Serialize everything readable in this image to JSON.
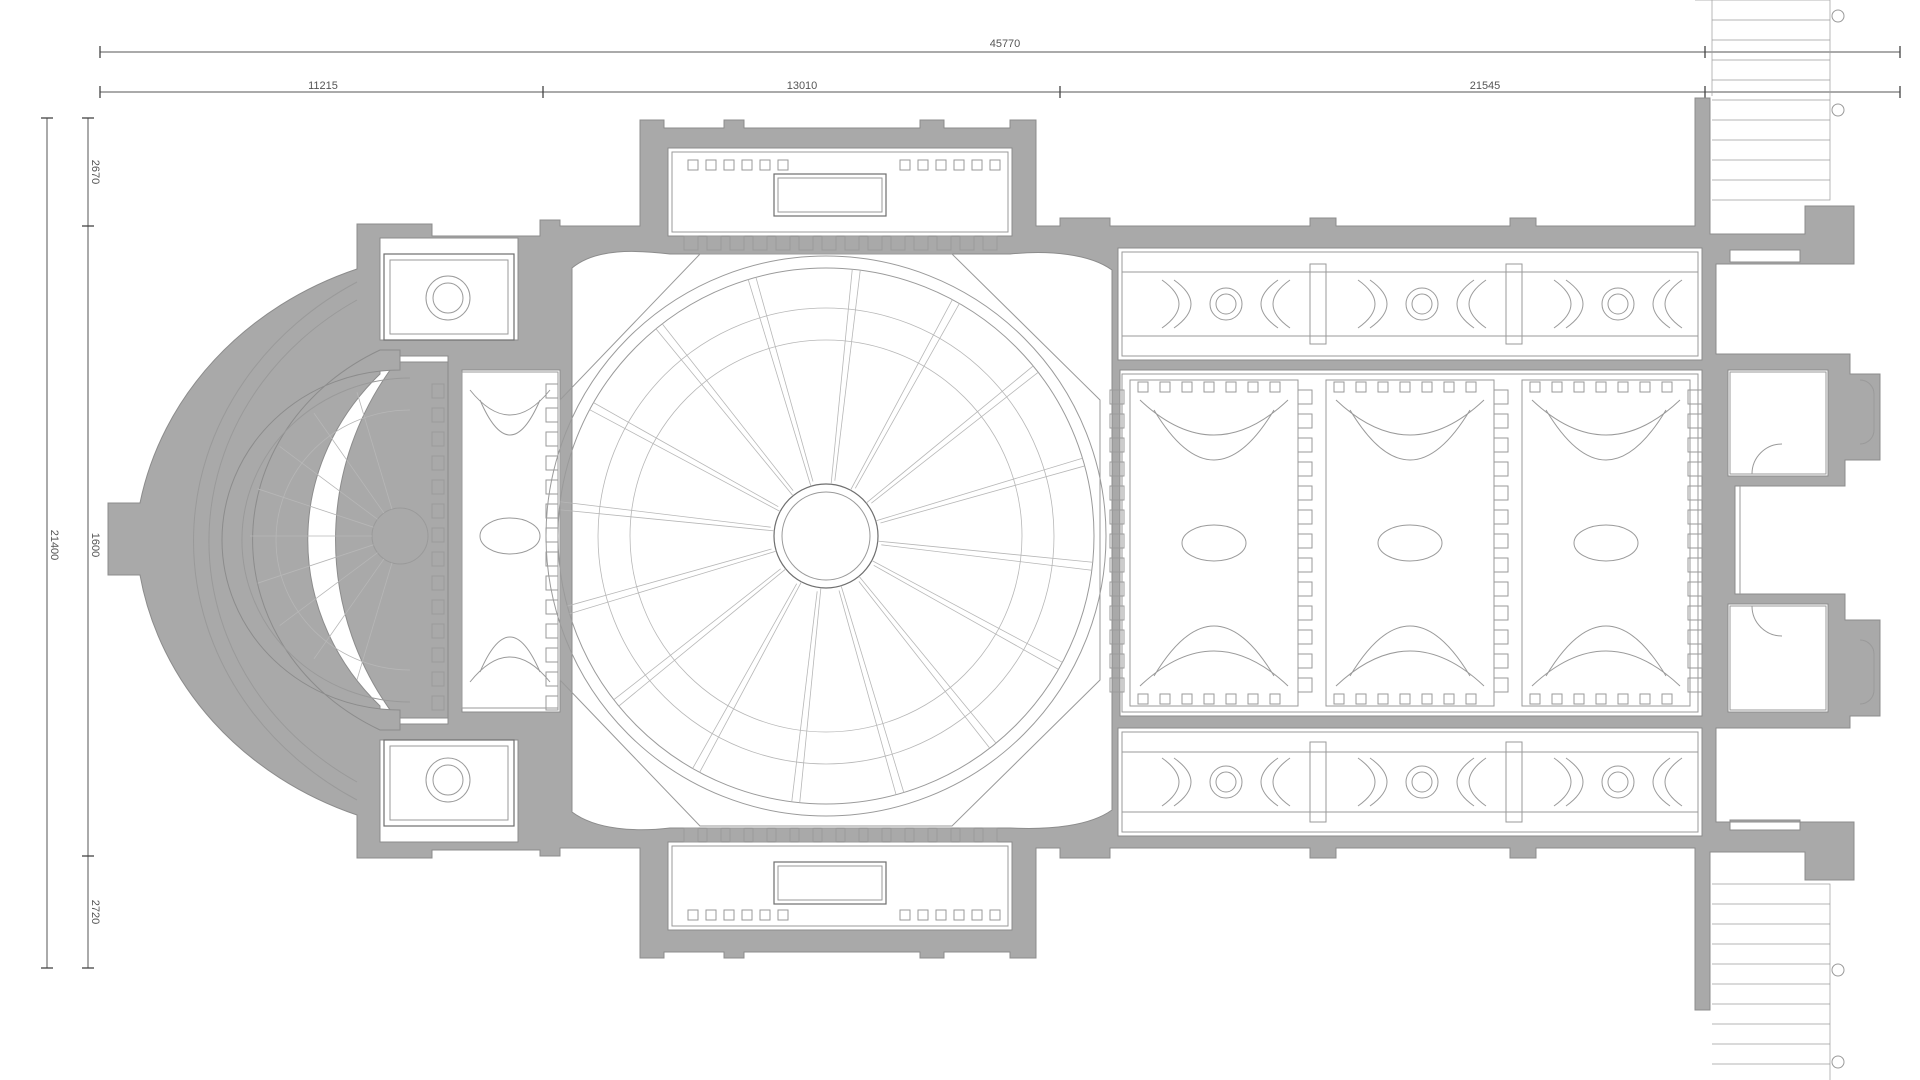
{
  "drawing": {
    "colors": {
      "wall": "#a9a9a9",
      "line": "#9a9a9a",
      "dimension": "#555555",
      "background": "#ffffff"
    },
    "dimensions": {
      "overall_length": "45770",
      "segment_west": "11215",
      "segment_crossing": "13010",
      "segment_nave": "21545",
      "overall_width": "21400",
      "upper_offset": "2670",
      "lower_offset": "2720",
      "apse_projection": "1600"
    }
  }
}
